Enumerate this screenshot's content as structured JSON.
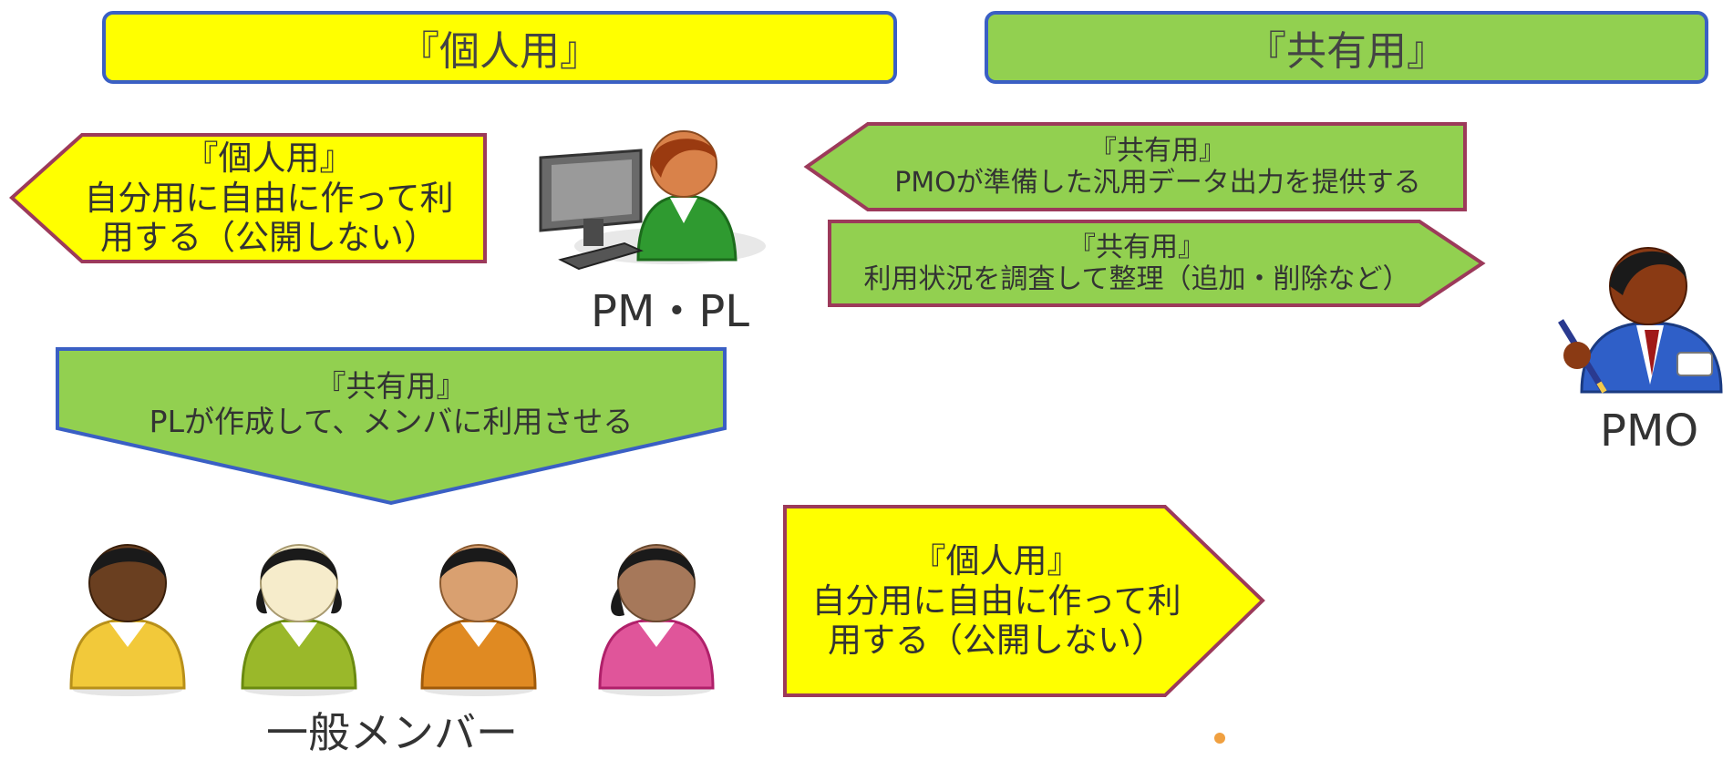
{
  "headers": {
    "personal": "『個人用』",
    "shared": "『共有用』"
  },
  "arrows": {
    "personal_left": {
      "line1": "『個人用』",
      "line2": "自分用に自由に作って利",
      "line3": "用する（公開しない）"
    },
    "pmo_provide": {
      "line1": "『共有用』",
      "line2": "PMOが準備した汎用データ出力を提供する"
    },
    "pmo_manage": {
      "line1": "『共有用』",
      "line2": "利用状況を調査して整理（追加・削除など）"
    },
    "pl_create": {
      "line1": "『共有用』",
      "line2": "PLが作成して、メンバに利用させる"
    },
    "member_personal": {
      "line1": "『個人用』",
      "line2": "自分用に自由に作って利",
      "line3": "用する（公開しない）"
    }
  },
  "roles": {
    "pm_pl": "PM・PL",
    "pmo": "PMO",
    "members": "一般メンバー"
  },
  "colors": {
    "yellow": "#ffff00",
    "green": "#92d050",
    "border_blue": "#3a5fc4",
    "border_maroon": "#9c3a5a"
  }
}
